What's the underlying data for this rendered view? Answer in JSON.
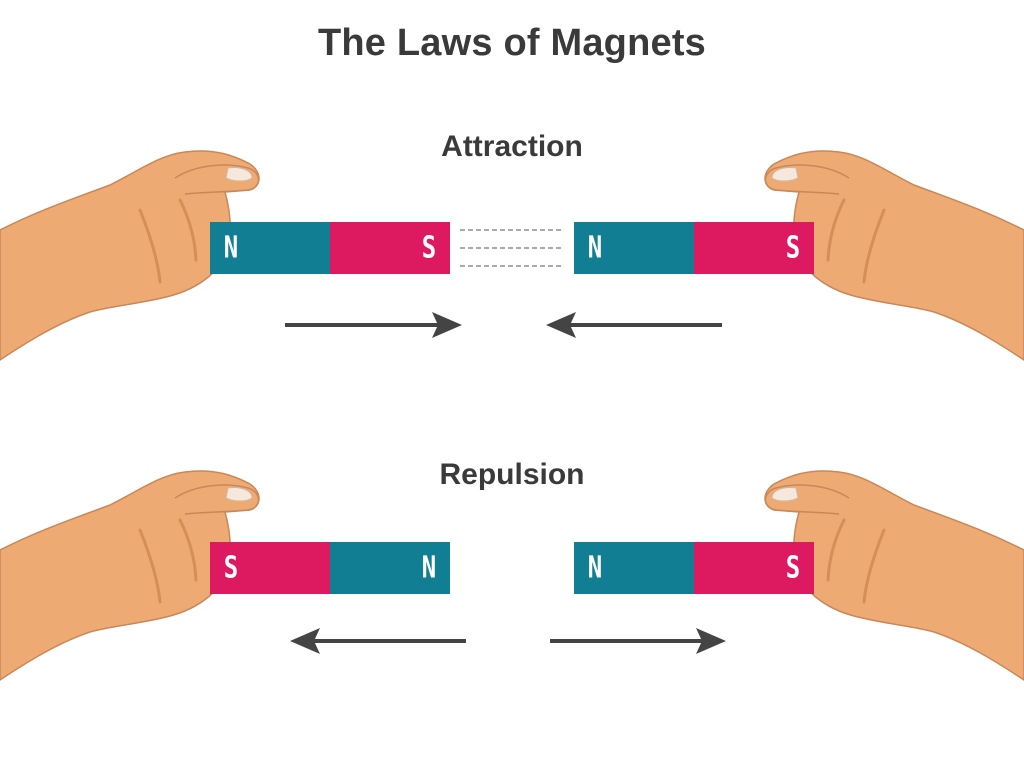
{
  "title": "The Laws of Magnets",
  "sections": [
    {
      "label": "Attraction",
      "left_magnet": {
        "left_pole": "N",
        "right_pole": "S"
      },
      "right_magnet": {
        "left_pole": "N",
        "right_pole": "S"
      },
      "left_arrow_direction": "right",
      "right_arrow_direction": "left"
    },
    {
      "label": "Repulsion",
      "left_magnet": {
        "left_pole": "S",
        "right_pole": "N"
      },
      "right_magnet": {
        "left_pole": "N",
        "right_pole": "S"
      },
      "left_arrow_direction": "left",
      "right_arrow_direction": "right"
    }
  ],
  "colors": {
    "north_pole": "#127e93",
    "south_pole": "#dd1960",
    "skin": "#eeaa73",
    "skin_shadow": "#d48f58",
    "arrow": "#444444",
    "text": "#3a3a3a"
  }
}
